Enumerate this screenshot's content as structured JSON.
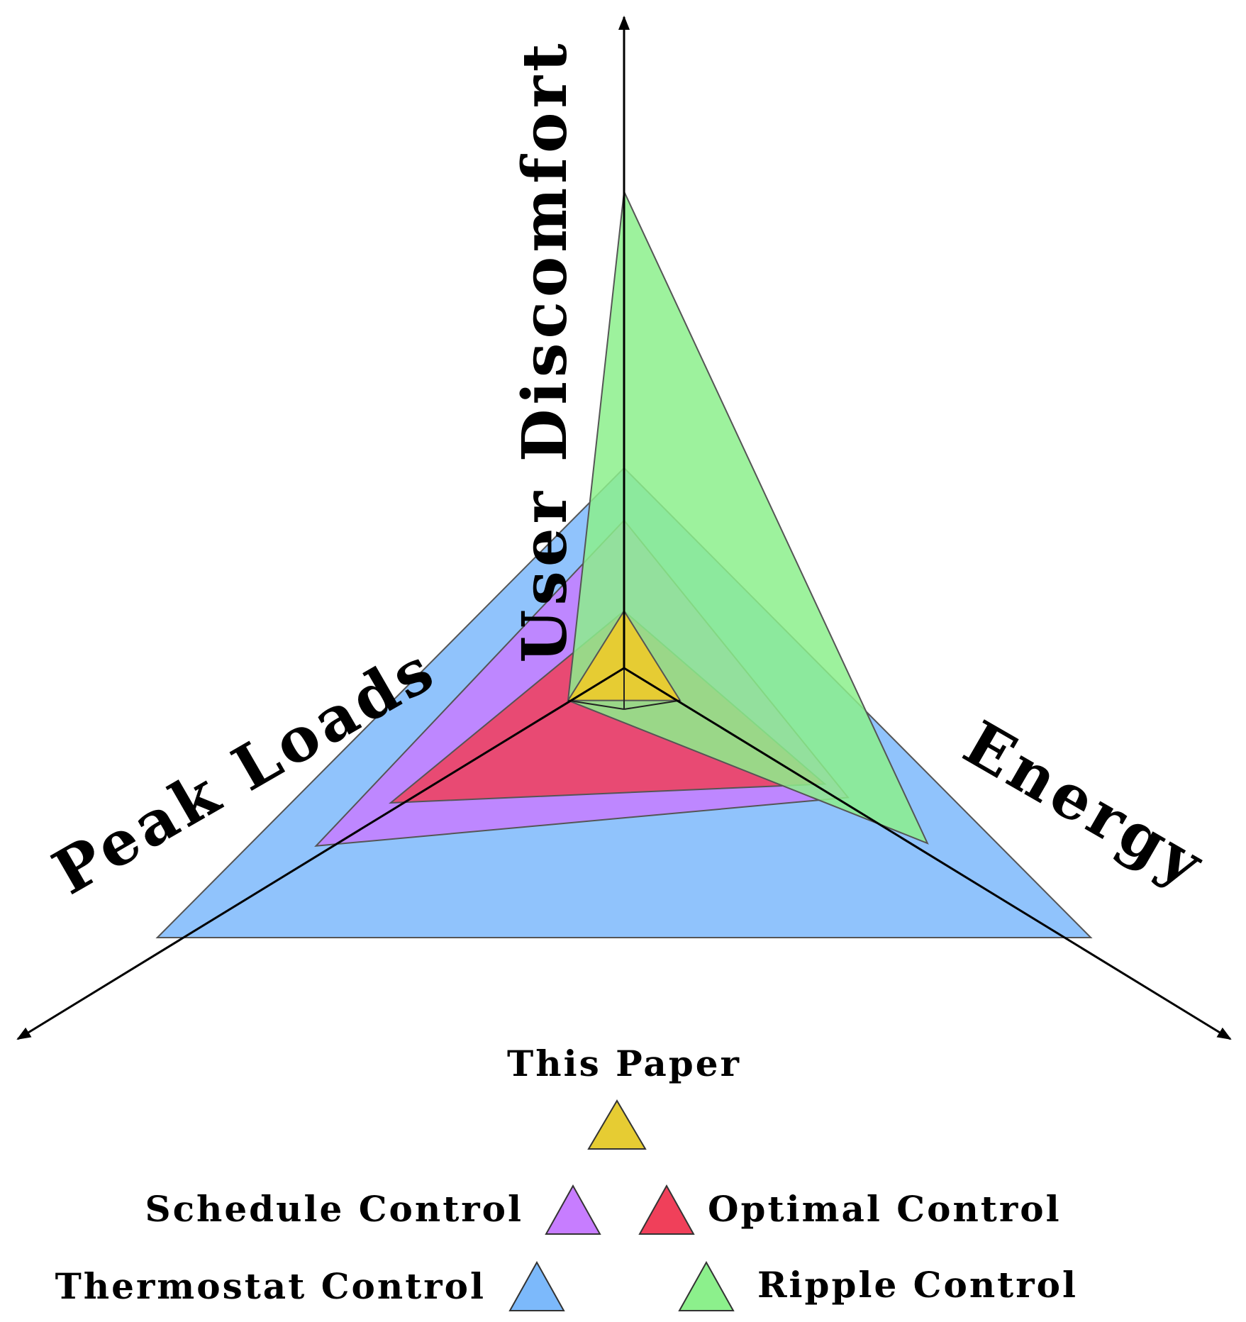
{
  "chart_data": {
    "type": "radar",
    "axes": [
      "User Discomfort",
      "Peak Loads",
      "Energy"
    ],
    "series": [
      {
        "name": "Thermostat Control",
        "color": "#7cb9fb",
        "values": [
          0.42,
          1.0,
          1.0
        ]
      },
      {
        "name": "Schedule Control",
        "color": "#c77dff",
        "values": [
          0.31,
          0.66,
          0.48
        ]
      },
      {
        "name": "Optimal Control",
        "color": "#f0405a",
        "values": [
          0.12,
          0.5,
          0.43
        ]
      },
      {
        "name": "Ripple Control",
        "color": "#8cf08c",
        "values": [
          1.0,
          0.12,
          0.65
        ]
      },
      {
        "name": "This Paper",
        "color": "#e6cc33",
        "values": [
          0.12,
          0.12,
          0.12
        ]
      }
    ],
    "legend": {
      "title": "This Paper",
      "items": [
        "Schedule Control",
        "Optimal Control",
        "Thermostat Control",
        "Ripple Control"
      ]
    }
  }
}
